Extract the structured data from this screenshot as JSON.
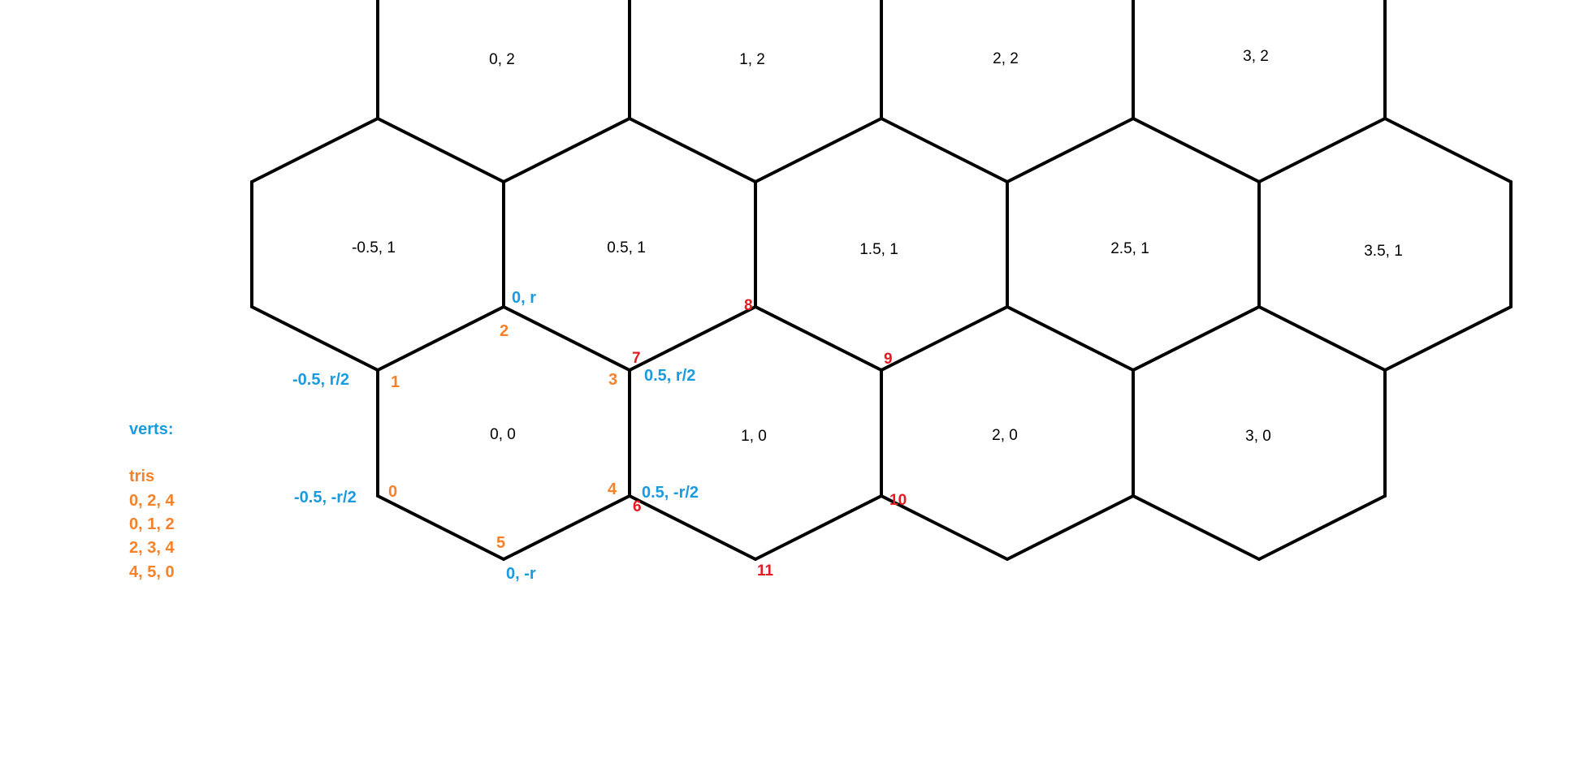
{
  "colors": {
    "stroke": "#000000",
    "blue": "#1a9be0",
    "orange": "#f5822a",
    "red": "#e31b23"
  },
  "hex_labels": {
    "row2": [
      "0, 2",
      "1, 2",
      "2, 2",
      "3, 2"
    ],
    "row1": [
      "-0.5, 1",
      "0.5, 1",
      "1.5, 1",
      "2.5, 1",
      "3.5, 1"
    ],
    "row0": [
      "0, 0",
      "1, 0",
      "2, 0",
      "3, 0"
    ]
  },
  "vertex_coords": {
    "top": "0, r",
    "top_left": "-0.5, r/2",
    "top_right": "0.5, r/2",
    "bottom_left": "-0.5, -r/2",
    "bottom_right": "0.5, -r/2",
    "bottom": "0, -r"
  },
  "vertex_indices_orange": [
    "0",
    "1",
    "2",
    "3",
    "4",
    "5"
  ],
  "vertex_indices_red": [
    "6",
    "7",
    "8",
    "9",
    "10",
    "11"
  ],
  "side_panel": {
    "verts_label": "verts:",
    "tris_label": "tris",
    "tris": [
      "0, 2, 4",
      "0, 1, 2",
      "2, 3, 4",
      "4, 5, 0"
    ]
  }
}
